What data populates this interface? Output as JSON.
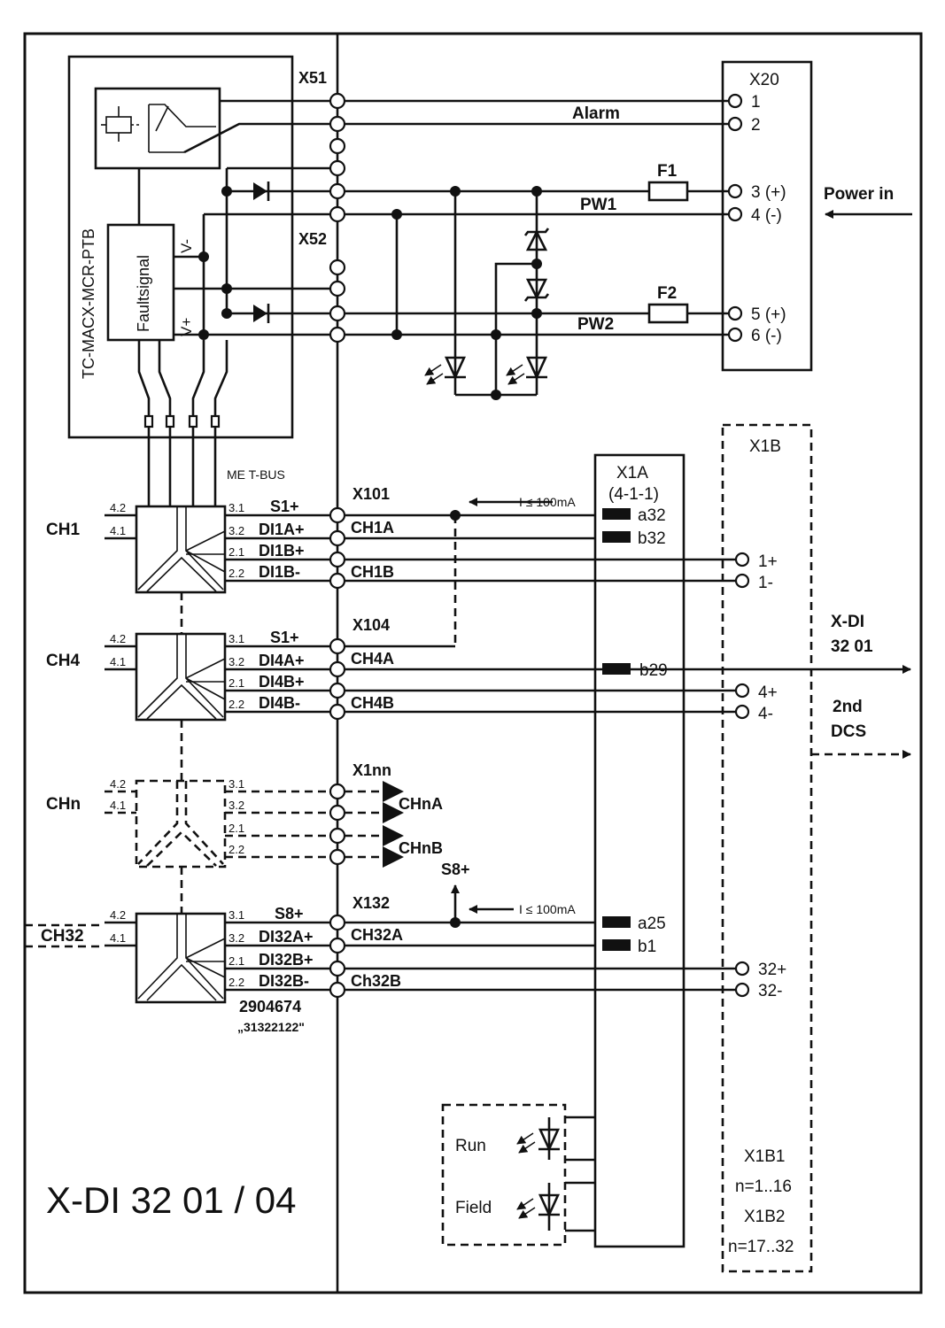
{
  "module": {
    "title": "X-DI 32 01 / 04",
    "part_number": "2904674",
    "part_code": "„31322122\""
  },
  "ptb": {
    "label": "TC-MACX-MCR-PTB",
    "fault_label": "Faultsignal",
    "v_minus": "V-",
    "v_plus": "V+"
  },
  "connectors": {
    "x51": "X51",
    "x52": "X52",
    "x20": "X20",
    "x1a": "X1A",
    "x1a_sub": "(4-1-1)",
    "x1b": "X1B",
    "x101": "X101",
    "x104": "X104",
    "x1nn": "X1nn",
    "x132": "X132",
    "x1b1": "X1B1",
    "x1b1_range": "n=1..16",
    "x1b2": "X1B2",
    "x1b2_range": "n=17..32"
  },
  "x20_pins": [
    "1",
    "2",
    "3 (+)",
    "4  (-)",
    "5 (+)",
    "6  (-)"
  ],
  "power": {
    "alarm": "Alarm",
    "f1": "F1",
    "f2": "F2",
    "pw1": "PW1",
    "pw2": "PW2",
    "power_in": "Power in"
  },
  "bus_label": "ME T-BUS",
  "current_limit": "I ≤ 100mA",
  "pin_labels": {
    "p42": "4.2",
    "p41": "4.1",
    "p31": "3.1",
    "p32": "3.2",
    "p21": "2.1",
    "p22": "2.2"
  },
  "channels": {
    "ch1": {
      "name": "CH1",
      "s": "S1+",
      "a": "DI1A+",
      "b": "DI1B+",
      "c": "DI1B-",
      "line_a": "CH1A",
      "line_b": "CH1B",
      "pin_a": "a32",
      "pin_b": "b32",
      "t_plus": "1+",
      "t_minus": "1-"
    },
    "ch4": {
      "name": "CH4",
      "s": "S1+",
      "a": "DI4A+",
      "b": "DI4B+",
      "c": "DI4B-",
      "line_a": "CH4A",
      "line_b": "CH4B",
      "pin_a": "b29",
      "t_plus": "4+",
      "t_minus": "4-"
    },
    "chn": {
      "name": "CHn",
      "line_a": "CHnA",
      "line_b": "CHnB",
      "s8": "S8+"
    },
    "ch32": {
      "name": "CH32",
      "s": "S8+",
      "a": "DI32A+",
      "b": "DI32B+",
      "c": "DI32B-",
      "line_a": "CH32A",
      "line_b": "Ch32B",
      "pin_a": "a25",
      "pin_b": "b1",
      "t_plus": "32+",
      "t_minus": "32-"
    }
  },
  "outputs": {
    "xdi_1": "X-DI",
    "xdi_2": "32 01",
    "dcs_1": "2nd",
    "dcs_2": "DCS"
  },
  "leds": {
    "run": "Run",
    "field": "Field"
  }
}
